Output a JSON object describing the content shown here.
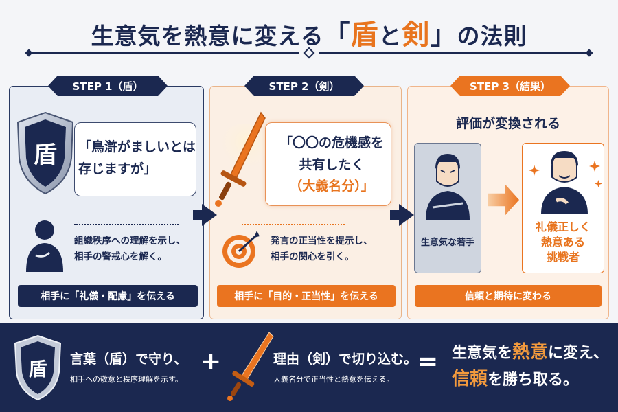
{
  "header": {
    "title_pre": "生意気を熱意に変える",
    "open_bracket": "「",
    "shield_char": "盾",
    "and_char": "と",
    "sword_char": "剣",
    "close_bracket": "」",
    "title_post": "の法則"
  },
  "steps": [
    {
      "tag": "STEP 1（盾）",
      "quote_lines": [
        "「鳥滸がましいとは",
        "存じますが」"
      ],
      "shield_label": "盾",
      "desc_lines": [
        "組織秩序への理解を示し、",
        "相手の警戒心を解く。"
      ],
      "bar": "相手に「礼儀・配慮」を伝える"
    },
    {
      "tag": "STEP 2（剣）",
      "quote_lines": [
        "「〇〇の危機感を",
        "共有したく"
      ],
      "quote_highlight": "（大義名分）」",
      "desc_lines": [
        "発言の正当性を提示し、",
        "相手の関心を引く。"
      ],
      "bar": "相手に「目的・正当性」を伝える"
    },
    {
      "tag": "STEP 3（結果）",
      "title": "評価が変換される",
      "before_label": "生意気な若手",
      "after_lines": [
        "礼儀正しく",
        "熱意ある",
        "挑戦者"
      ],
      "bar": "信頼と期待に変わる"
    }
  ],
  "footer": {
    "shield_label": "盾",
    "shield_main": "言葉（盾）で守り、",
    "shield_sub": "相手への敬意と秩序理解を示す。",
    "plus": "+",
    "sword_main": "理由（剣）で切り込む。",
    "sword_sub": "大義名分で正当性と熱意を伝える。",
    "equals": "=",
    "result_1a": "生意気を",
    "result_1b": "熱意",
    "result_1c": "に変え、",
    "result_2a": "信頼",
    "result_2b": "を勝ち取る。"
  },
  "colors": {
    "navy": "#1b2850",
    "orange": "#ea7420",
    "highlight": "#f39a3d"
  },
  "icons": [
    "shield-icon",
    "sword-icon",
    "person-icon",
    "target-icon",
    "arrow-right-icon",
    "sparkle-icon"
  ]
}
